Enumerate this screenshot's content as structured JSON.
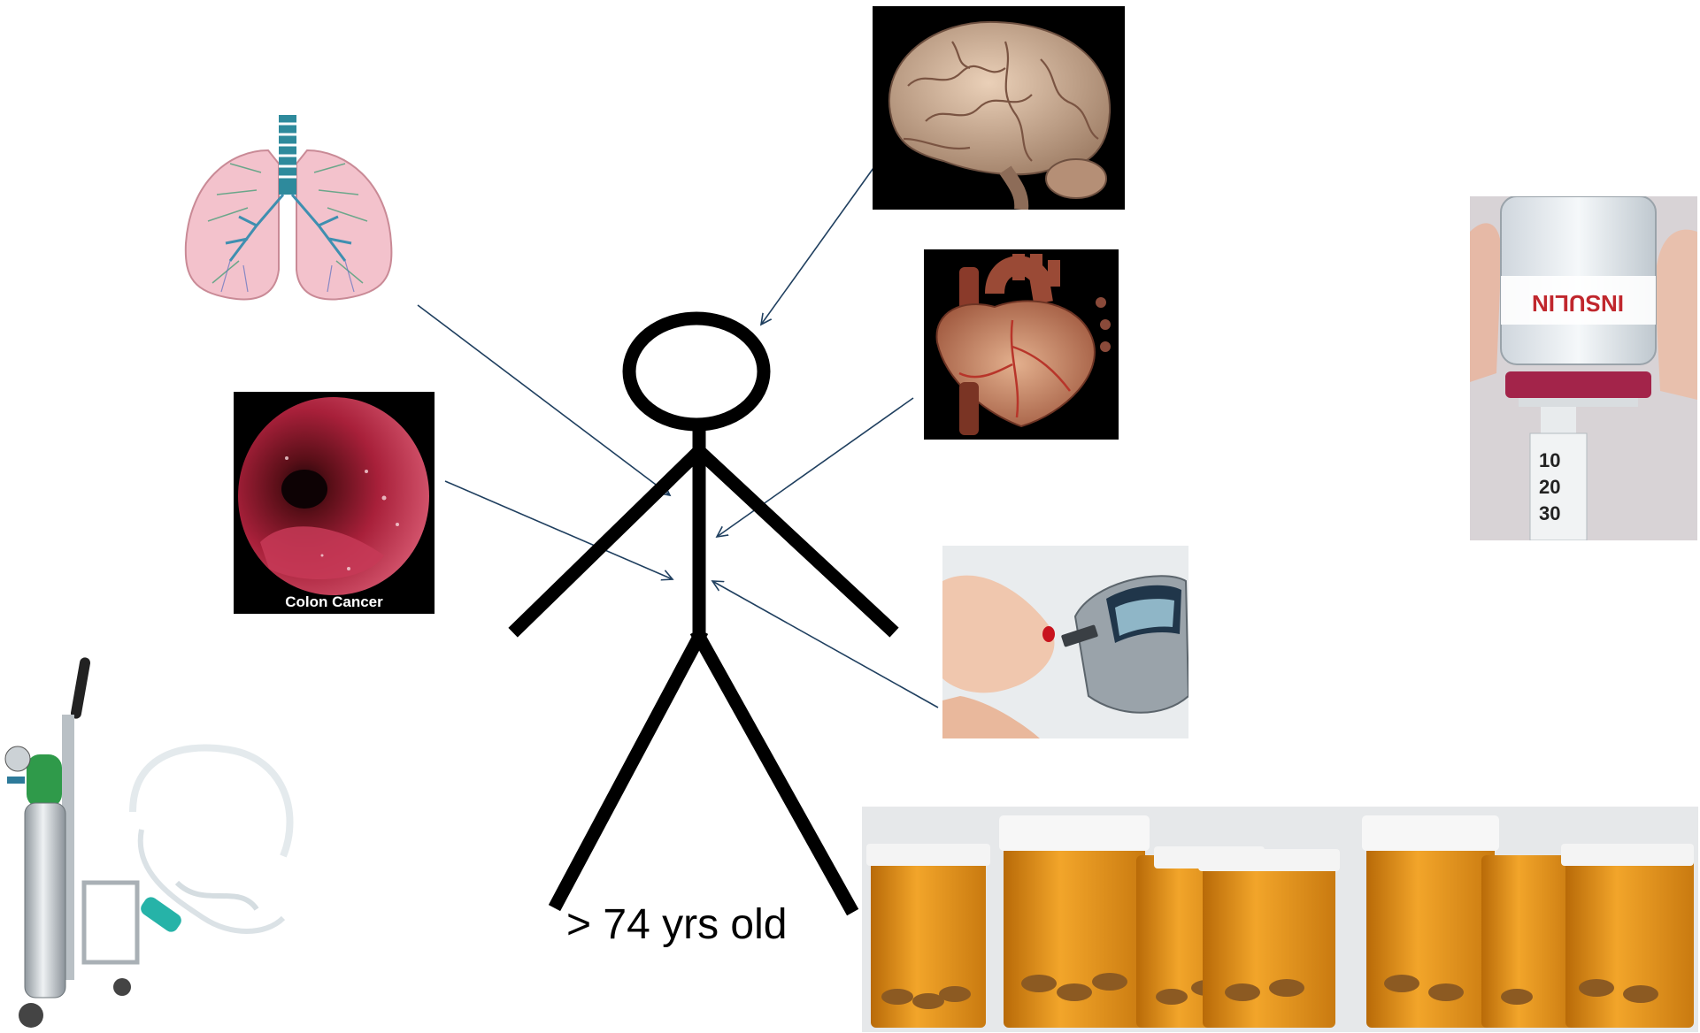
{
  "figure": {
    "age_label": "> 74 yrs old",
    "colon_caption": "Colon Cancer",
    "insulin_label": "INSULIN",
    "syringe_marks": [
      "10",
      "20",
      "30"
    ]
  },
  "icons": [
    "lungs-icon",
    "colon-endoscopy-image",
    "brain-icon",
    "heart-icon",
    "glucose-meter-image",
    "insulin-vial-image",
    "oxygen-tank-image",
    "pill-bottles-image",
    "stick-figure"
  ],
  "colors": {
    "arrow": "#1f3f5f",
    "figure": "#000000",
    "pill_bottle": "#e0901a",
    "pill_cap": "#f4f4f4"
  }
}
